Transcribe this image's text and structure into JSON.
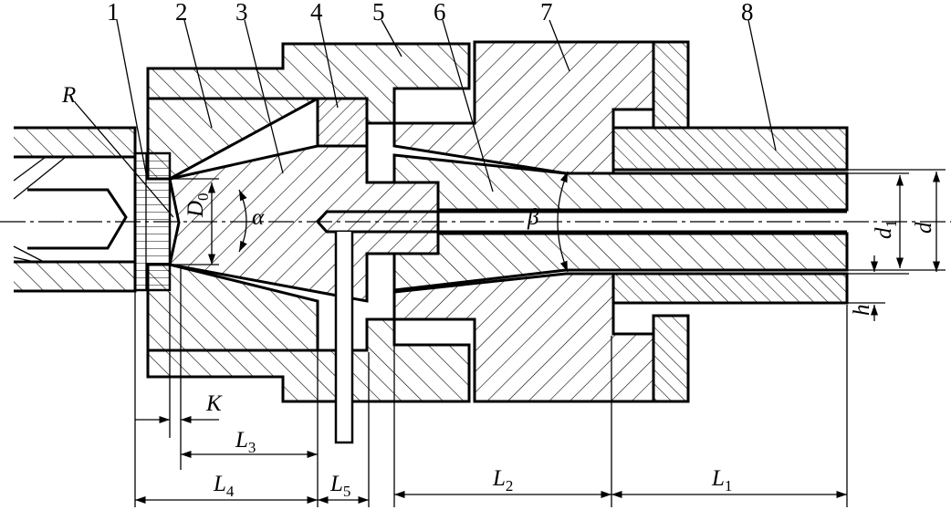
{
  "part_numbers": [
    "1",
    "2",
    "3",
    "4",
    "5",
    "6",
    "7",
    "8"
  ],
  "symbols": {
    "R": "R",
    "D0_main": "D",
    "D0_sub": "0",
    "alpha": "α",
    "beta": "β",
    "d1_main": "d",
    "d1_sub": "1",
    "d": "d",
    "h": "h",
    "K": "K"
  },
  "dimensions": {
    "L1_main": "L",
    "L1_sub": "1",
    "L2_main": "L",
    "L2_sub": "2",
    "L3_main": "L",
    "L3_sub": "3",
    "L4_main": "L",
    "L4_sub": "4",
    "L5_main": "L",
    "L5_sub": "5"
  }
}
